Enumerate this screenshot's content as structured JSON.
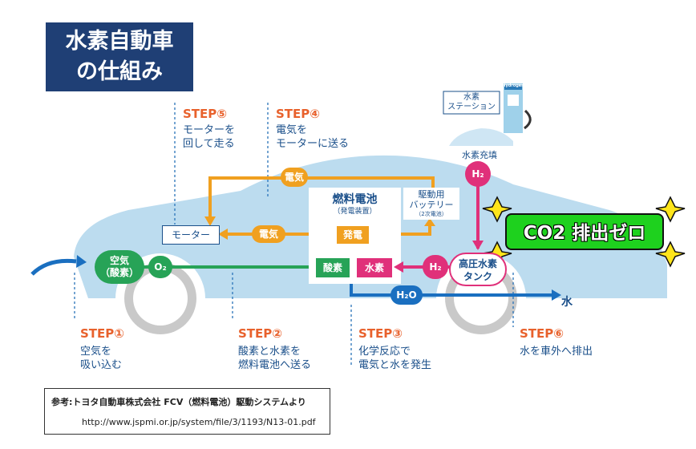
{
  "title": {
    "line1": "水素自動車",
    "line2": "の仕組み"
  },
  "steps": [
    {
      "label": "STEP①",
      "desc": "空気を\n吸い込む"
    },
    {
      "label": "STEP②",
      "desc": "酸素と水素を\n燃料電池へ送る"
    },
    {
      "label": "STEP③",
      "desc": "化学反応で\n電気と水を発生"
    },
    {
      "label": "STEP④",
      "desc": "電気を\nモーターに送る"
    },
    {
      "label": "STEP⑤",
      "desc": "モーターを\n回して走る"
    },
    {
      "label": "STEP⑥",
      "desc": "水を車外へ排出"
    }
  ],
  "labels": {
    "air": "空気\n（酸素）",
    "o2": "O₂",
    "motor": "モーター",
    "denki_top": "電気",
    "denki_mid": "電気",
    "fuel_cell": "燃料電池",
    "fuel_cell_sub": "（発電装置）",
    "hatsuden": "発電",
    "sanso": "酸素",
    "suiso": "水素",
    "battery": "駆動用\nバッテリー",
    "battery_sub": "（2次電池）",
    "h2_tank": "H₂",
    "h2_station": "H₂",
    "tank": "高圧水素\nタンク",
    "h2o": "H₂O",
    "water": "水",
    "station": "水素\nステーション",
    "station_sign": "Hydrogen",
    "refuel": "水素充填"
  },
  "co2_banner": "CO2 排出ゼロ",
  "reference": {
    "line1": "参考:トヨタ自動車株式会社 FCV（燃料電池）駆動システムより",
    "line2": "http://www.jspmi.or.jp/system/file/3/1193/N13-01.pdf"
  },
  "colors": {
    "orange": "#f0a020",
    "green": "#27a357",
    "pink": "#e0307a",
    "blue": "#1a6fc0",
    "car": "#bcdcef",
    "navy": "#1f3f75"
  }
}
